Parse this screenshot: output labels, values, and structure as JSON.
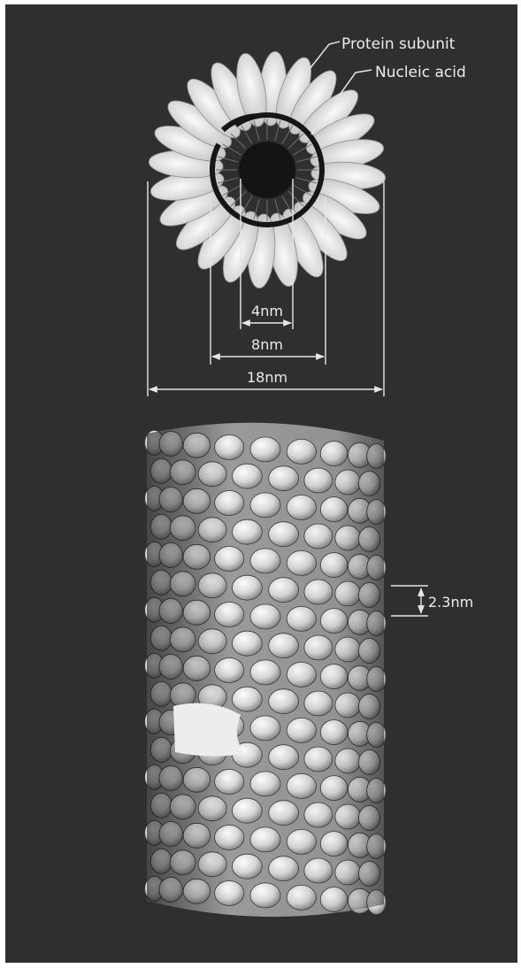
{
  "colors": {
    "background": "#2f2f2f",
    "subunit_light": "#f1f1f1",
    "subunit_mid": "#c9c9c9",
    "subunit_shadow": "#8a8a8a",
    "rna": "#161616",
    "lines": "#e6e6e6"
  },
  "labels": {
    "protein_subunit": "Protein subunit",
    "nucleic_acid": "Nucleic acid"
  },
  "dimensions": {
    "inner": "4nm",
    "middle": "8nm",
    "outer": "18nm",
    "pitch": "2.3nm"
  }
}
